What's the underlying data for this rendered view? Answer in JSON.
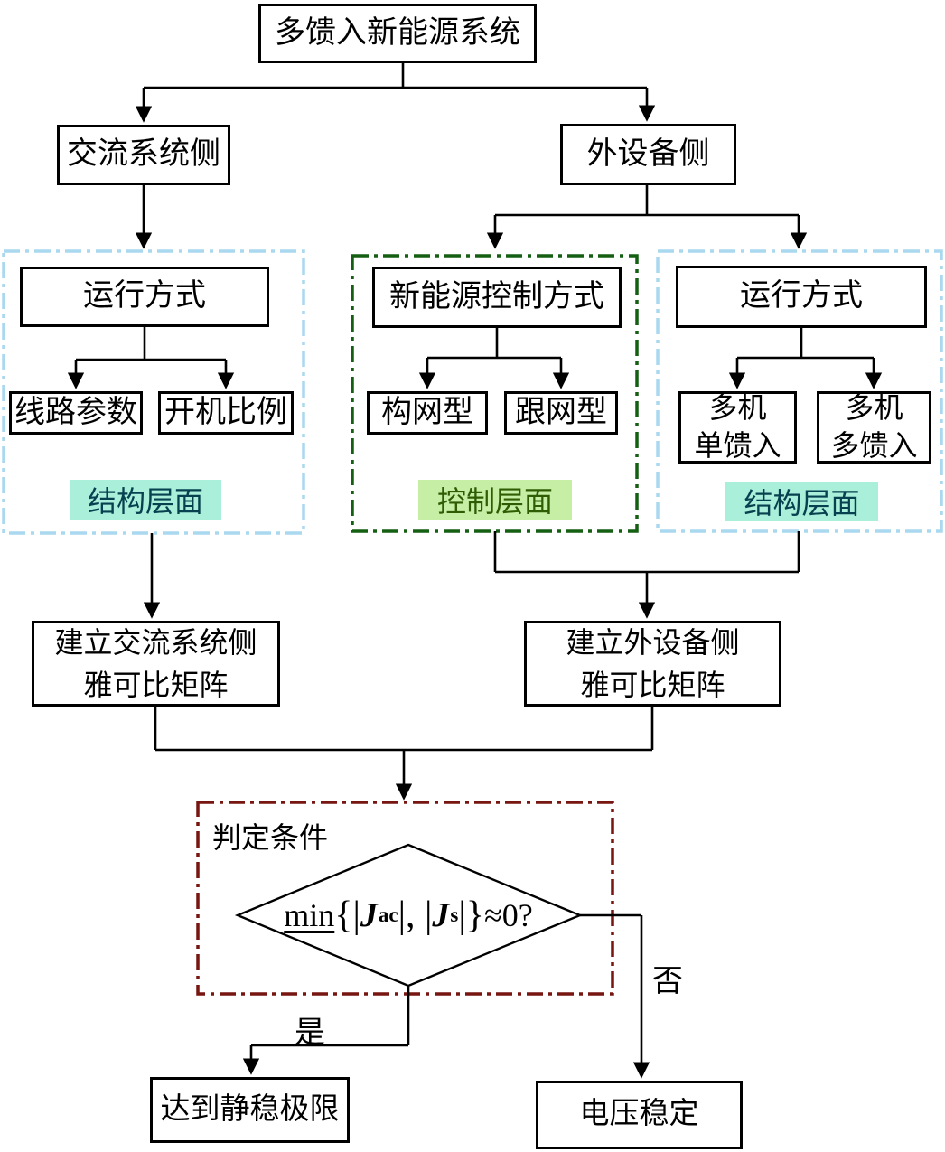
{
  "diagram": {
    "root": "多馈入新能源系统",
    "ac_side": "交流系统侧",
    "device_side": "外设备侧",
    "left_group": {
      "operation_mode": "运行方式",
      "line_params": "线路参数",
      "startup_ratio": "开机比例",
      "tag": "结构层面"
    },
    "mid_group": {
      "control_mode": "新能源控制方式",
      "grid_forming": "构网型",
      "grid_following": "跟网型",
      "tag": "控制层面"
    },
    "right_group": {
      "operation_mode": "运行方式",
      "multi_machine_single_infeed": "多机\n单馈入",
      "multi_machine_multi_infeed": "多机\n多馈入",
      "tag": "结构层面"
    },
    "ac_jacobian": "建立交流系统侧\n雅可比矩阵",
    "device_jacobian": "建立外设备侧\n雅可比矩阵",
    "decision": {
      "tag": "判定条件",
      "formula": {
        "fn": "min",
        "open_brace": "{|",
        "j_ac": "J",
        "j_ac_sub": "ac",
        "separator": "|, |",
        "j_s": "J",
        "j_s_sub": "s",
        "close_brace": "|}",
        "tail": "≈0?"
      }
    },
    "edge_labels": {
      "yes": "是",
      "no": "否"
    },
    "outcomes": {
      "static_limit": "达到静稳极限",
      "voltage_stable": "电压稳定"
    },
    "colors": {
      "structure_dash": "#A9D8EF",
      "control_dash": "#155F12",
      "decision_dash": "#771511",
      "structure_tag_bg": "#A9EFDA",
      "structure_tag_text": "#07414F",
      "control_tag_bg": "#C7EEA5",
      "control_tag_text": "#2F5D04"
    }
  }
}
